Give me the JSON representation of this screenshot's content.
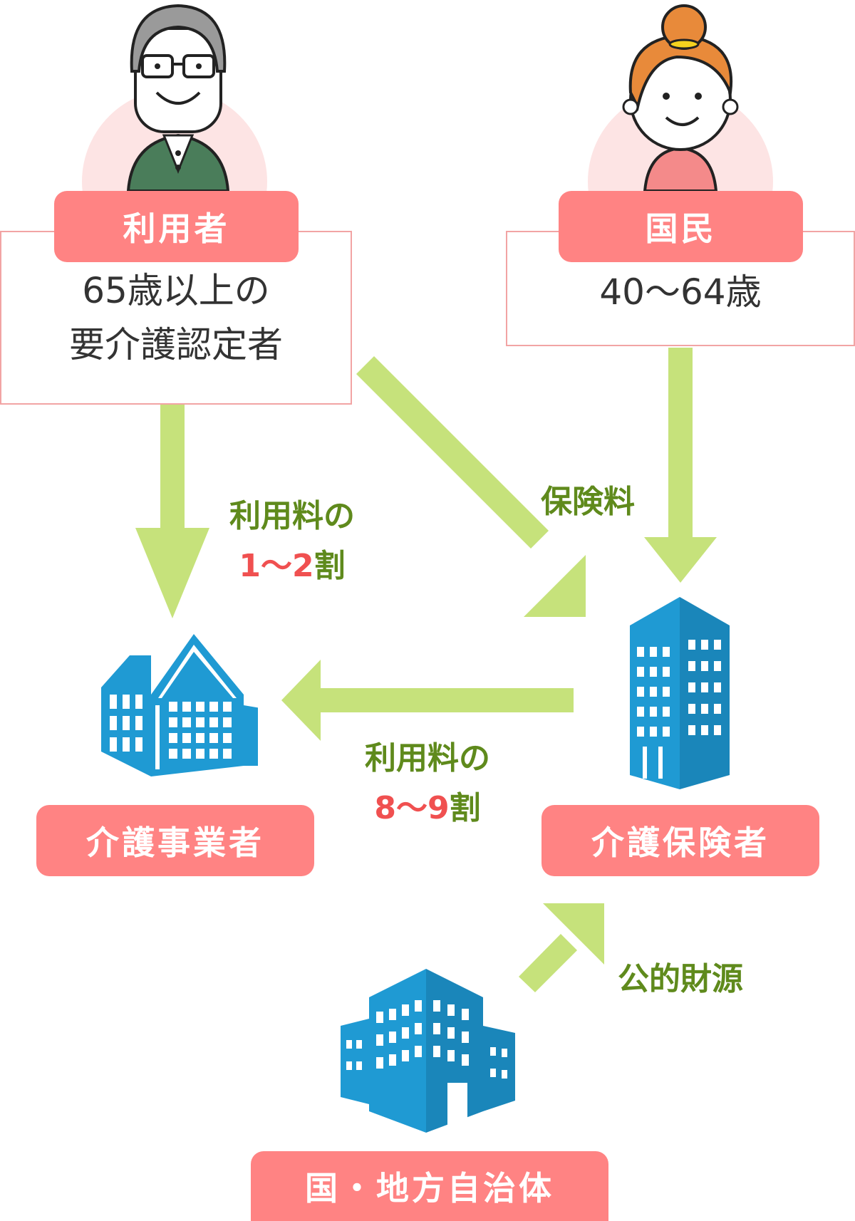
{
  "colors": {
    "label_bg": "#ff8383",
    "box_border": "#f2a4a4",
    "arrow": "#c6e27b",
    "flow_text": "#5f8a1c",
    "ratio_text": "#f05050",
    "building": "#1f9ad3"
  },
  "user": {
    "label": "利用者",
    "desc_line1": "65歳以上の",
    "desc_line2": "要介護認定者"
  },
  "citizen": {
    "label": "国民",
    "desc": "40〜64歳"
  },
  "provider": {
    "label": "介護事業者"
  },
  "insurer": {
    "label": "介護保険者"
  },
  "government": {
    "label": "国・地方自治体"
  },
  "flows": {
    "user_fee": {
      "line1": "利用料の",
      "ratio": "1〜2",
      "suffix": "割"
    },
    "insurer_fee": {
      "line1": "利用料の",
      "ratio": "8〜9",
      "suffix": "割"
    },
    "premium": {
      "label": "保険料"
    },
    "public_funds": {
      "label": "公的財源"
    }
  },
  "icons": [
    "elderly-man-icon",
    "woman-icon",
    "care-facility-building-icon",
    "office-tower-icon",
    "government-building-icon"
  ]
}
